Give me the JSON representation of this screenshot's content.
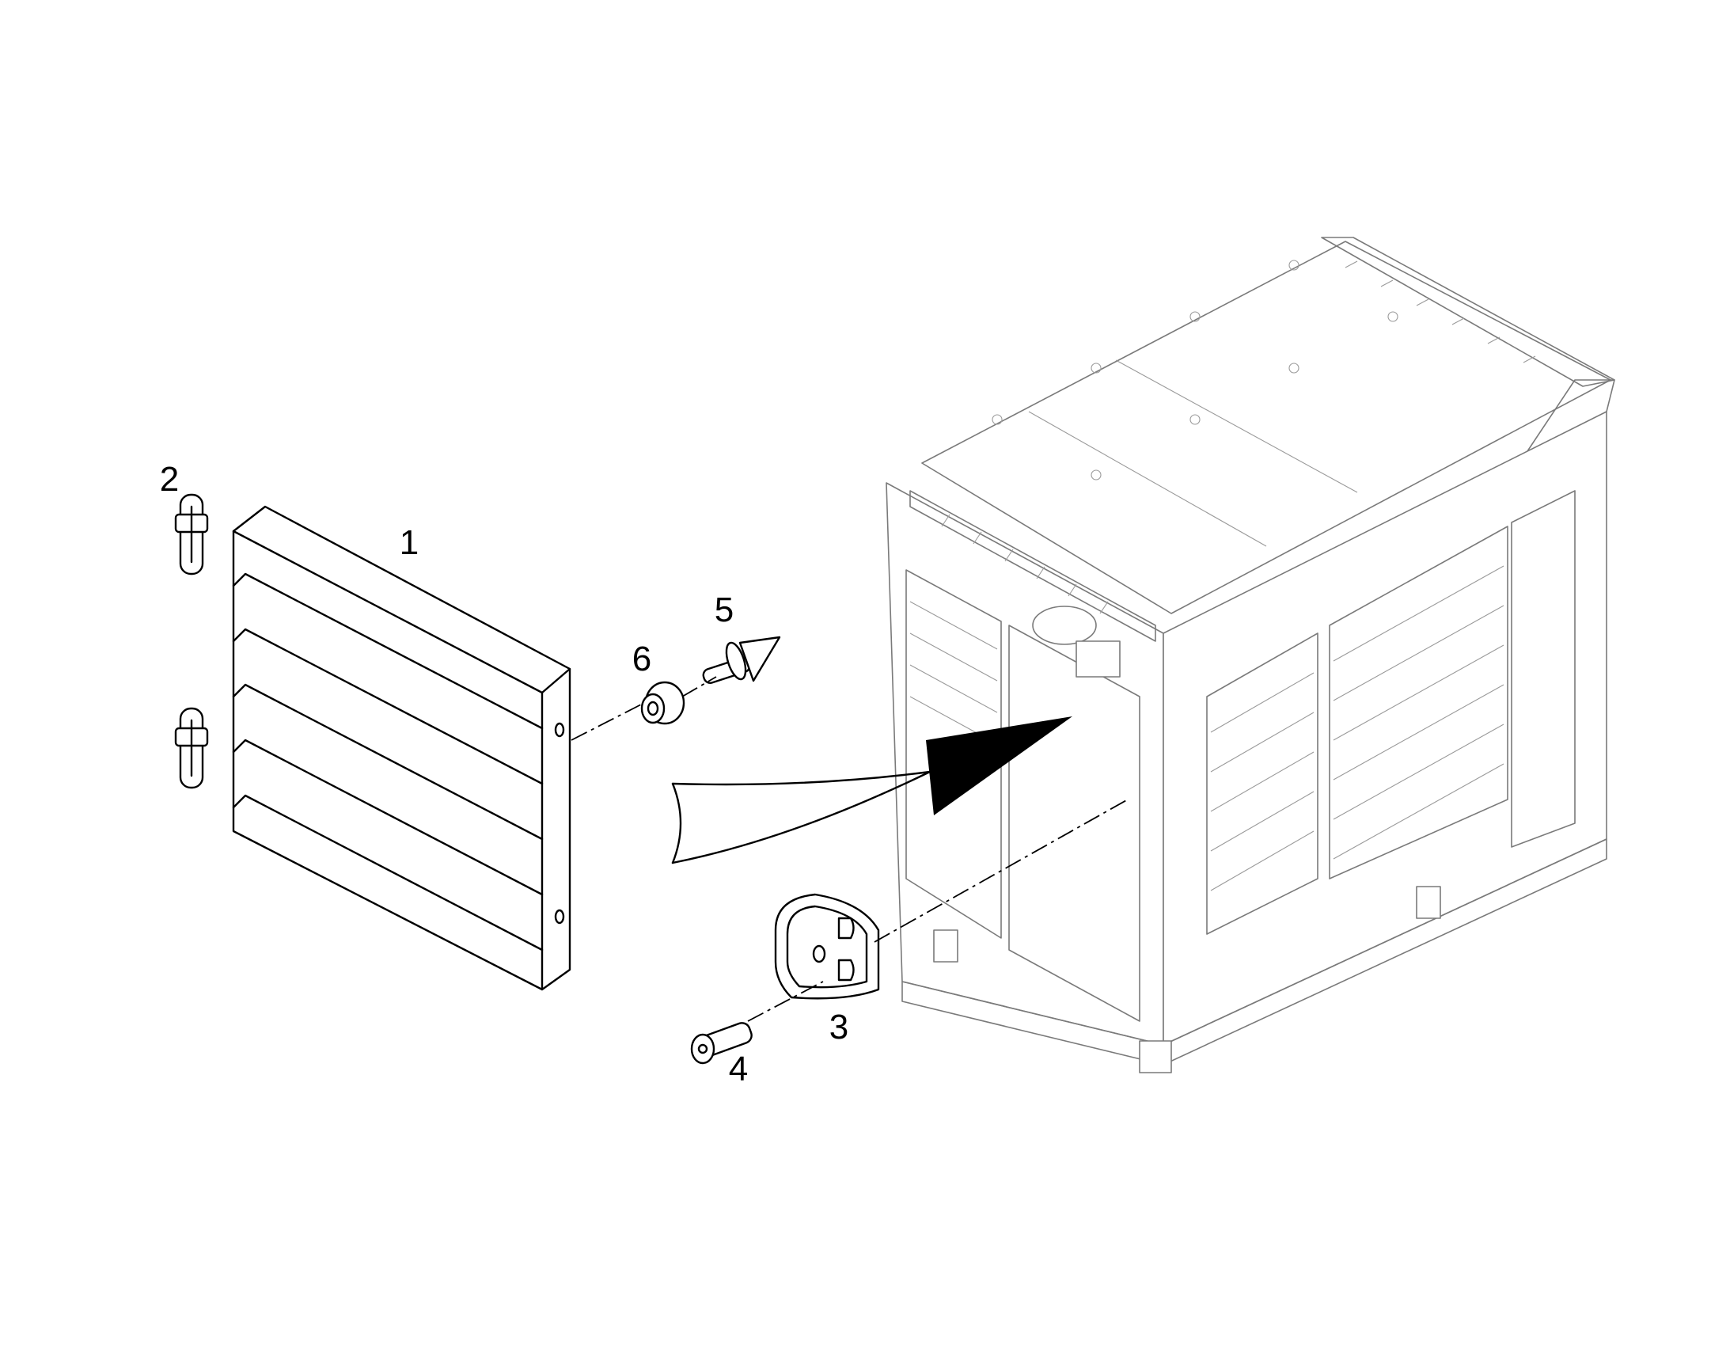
{
  "callouts": [
    "1",
    "2",
    "3",
    "4",
    "5",
    "6"
  ],
  "colors": {
    "line": "#000000",
    "housing_line": "#7a7a7a",
    "background": "#ffffff"
  }
}
